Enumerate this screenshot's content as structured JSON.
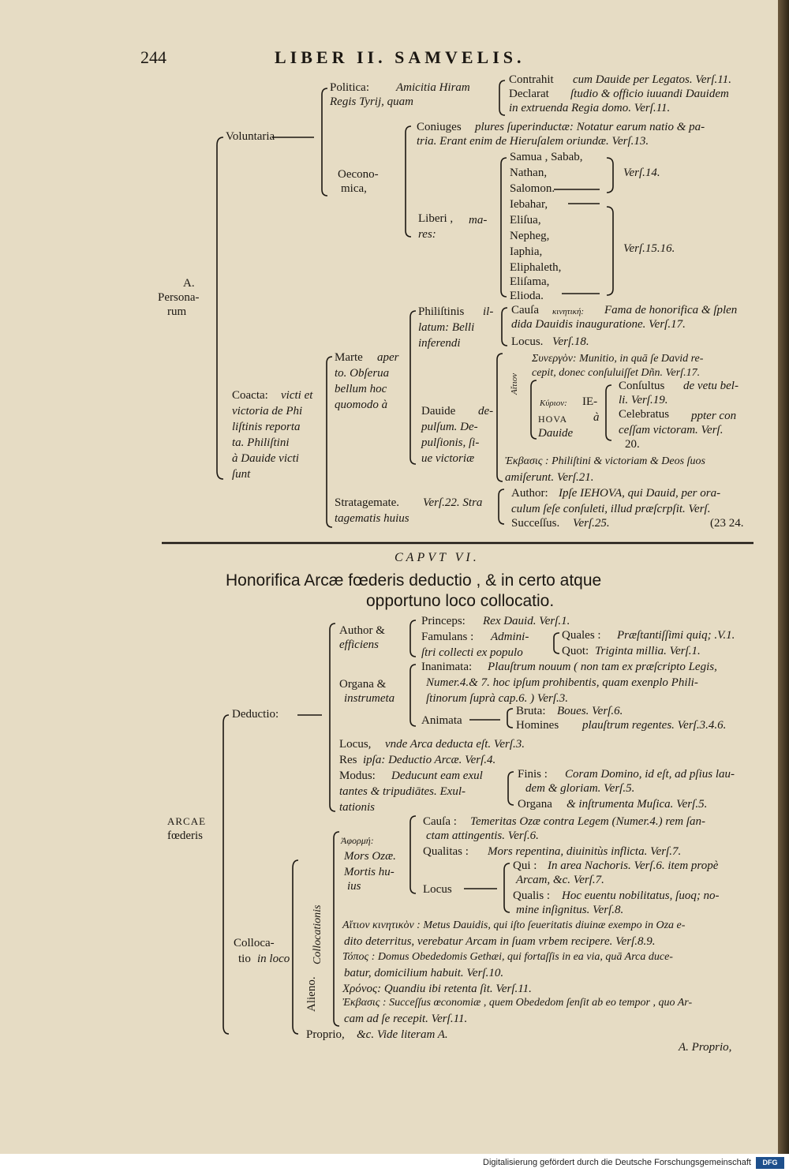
{
  "header": {
    "page_number": "244",
    "running_title": "LIBER II. SAMVELIS."
  },
  "top_tree": {
    "root": [
      "A.",
      "Persona-",
      "rum"
    ],
    "voluntaria": "Voluntaria",
    "politica": {
      "head": "Politica:",
      "desc1": "Amicitia Hiram",
      "desc2": "Regis Tyrij, quam",
      "contrahit": "Contrahit",
      "contrahit_rest": "cum Dauide per Legatos. Verſ.11.",
      "declarat": "Declarat",
      "declarat_rest": "ſtudio & officio iuuandi Dauidem",
      "declarat2": "in extruenda Regia domo. Verſ.11."
    },
    "oeconomica": {
      "head1": "Oecono-",
      "head2": "mica,",
      "coniuges1": "Coniuges",
      "coniuges1_rest": "plures ſuperinductæ: Notatur earum natio & pa-",
      "coniuges2": "tria. Erant enim de Hieruſalem oriundæ. Verſ.13.",
      "liberi": "Liberi ,",
      "mares1": "ma-",
      "mares2": "res:",
      "names_a": [
        "Samua , Sabab,",
        "Nathan,",
        "Salomon."
      ],
      "vers_a": "Verſ.14.",
      "names_b": [
        "Iebahar,",
        "Eliſua,",
        "Nepheg,",
        "Iaphia,",
        "Eliphaleth,",
        "Eliſama,",
        "Elioda."
      ],
      "vers_b": "Verſ.15.16."
    },
    "coacta": {
      "head": "Coacta:",
      "desc1": "victi et",
      "desc2": "victoria de Phi",
      "desc3": "liſtinis reporta",
      "desc4": "ta. Philiſtini",
      "desc5": "à Dauide victi",
      "desc6": "ſunt"
    },
    "marte": {
      "head": "Marte",
      "d1": "aper",
      "d2": "to. Obſerua",
      "d3": "bellum hoc",
      "d4": "quomodo à"
    },
    "philistinis": {
      "head": "Philiſtinis",
      "d1": "il-",
      "d2": "latum: Belli",
      "d3": "inferendi",
      "causa": "Cauſa",
      "causa_gr": "κινητική:",
      "causa_rest": "Fama de honorifica & ſplen",
      "causa2": "dida Dauidis inauguratione. Verſ.17.",
      "locus": "Locus.",
      "locus_rest": "Verſ.18."
    },
    "dauide": {
      "head": "Dauide",
      "d1": "de-",
      "d2": "pulſum. De-",
      "d3": "pulſionis, ſi-",
      "d4": "ue victoriæ",
      "aition": "Αἴτιον",
      "syner1": "Συνεργὸν: Munitio, in quā ſe David re-",
      "syner2": "cepit, donec conſuluiſſet Dñn. Verſ.17.",
      "kyrion1": "Κύριον:",
      "kyrion2": "IE-",
      "kyrion3": "HOVA",
      "kyrion4": "à",
      "kyrion5": "Dauide",
      "consultus1": "Conſultus",
      "consultus1_rest": "de vetu bel-",
      "consultus2": "li. Verſ.19.",
      "celebr1": "Celebratus",
      "celebr1_rest": "ppter con",
      "celebr2": "ceſſam victoram. Verſ.",
      "celebr3": "20.",
      "ekb1": "Ἐκβασις : Philiſtini & victoriam & Deos ſuos",
      "ekb2": "amiſerunt. Verſ.21."
    },
    "strat": {
      "head": "Stratagemate.",
      "head_rest": "Verſ.22. Stra",
      "d2": "tagematis huius",
      "author": "Author:",
      "author_rest": "Ipſe IEHOVA, qui Dauid, per ora-",
      "author2": "culum ſeſe conſuleti, illud præſcrpſit. Verſ.",
      "succ": "Succeſſus.",
      "succ_rest": "Verſ.25.",
      "end": "(23 24."
    }
  },
  "chapter": {
    "label": "CAPVT VI.",
    "title1": "Honorifica Arcæ fœderis deductio , & in certo atque",
    "title2": "opportuno loco collocatio."
  },
  "bottom_tree": {
    "root1": "ARCAE",
    "root2": "fœderis",
    "deductio": "Deductio:",
    "author": {
      "head": "Author &",
      "head2": "efficiens",
      "princeps": "Princeps:",
      "princeps_rest": "Rex Dauid. Verſ.1.",
      "famulans": "Famulans :",
      "famulans_rest": "Admini-",
      "famulans2": "ſtri collecti ex populo",
      "quales": "Quales :",
      "quales_rest": "Præſtantiſſimi quiq; .V.1.",
      "quot": "Quot:",
      "quot_rest": "Triginta millia. Verſ.1."
    },
    "organa": {
      "head": "Organa &",
      "head2": "instrumeta",
      "inan": "Inanimata:",
      "inan_rest": "Plauſtrum nouum ( non tam ex præſcripto Legis,",
      "inan2": "Numer.4.& 7. hoc ipſum prohibentis, quam exenplo Phili-",
      "inan3": "ſtinorum ſuprà cap.6. ) Verſ.3.",
      "animata": "Animata",
      "bruta": "Bruta:",
      "bruta_rest": "Boues. Verſ.6.",
      "homines": "Homines",
      "homines_rest": "plauſtrum regentes. Verſ.3.4.6."
    },
    "locus": "Locus,",
    "locus_rest": "vnde Arca deducta eſt. Verſ.3.",
    "res": "Res",
    "res_rest": "ipſa: Deductio Arcæ. Verſ.4.",
    "modus": "Modus:",
    "modus_rest": "Deducunt eam exul",
    "modus2": "tantes & tripudiātes. Exul-",
    "modus3": "tationis",
    "finis": "Finis :",
    "finis_rest": "Coram Domino, id eſt, ad pſius lau-",
    "finis2": "dem & gloriam. Verſ.5.",
    "organa2": "Organa",
    "organa2_rest": "& inſtrumenta Muſica. Verſ.5.",
    "colloc1": "Colloca-",
    "colloc2": "tio",
    "colloc2_rest": "in loco",
    "alieno": "Alieno.",
    "collocationis": "Collocationis",
    "aphorme1": "Ἀφορμή:",
    "aphorme2": "Mors Ozæ.",
    "aphorme3": "Mortis hu-",
    "aphorme4": "ius",
    "causa": "Cauſa :",
    "causa_rest": "Temeritas Ozæ contra Legem (Numer.4.) rem ſan-",
    "causa2": "ctam attingentis. Verſ.6.",
    "qualitas": "Qualitas :",
    "qualitas_rest": "Mors repentina, diuinitùs inflicta. Verſ.7.",
    "locus2": "Locus",
    "qui": "Qui :",
    "qui_rest": "In area Nachoris. Verſ.6. item propè",
    "qui2": "Arcam, &c. Verſ.7.",
    "qualis": "Qualis :",
    "qualis_rest": "Hoc euentu nobilitatus, ſuoq; no-",
    "qualis2": "mine inſignitus. Verſ.8.",
    "aition1": "Αἴτιον κινητικὸν : Metus Dauidis, qui iſto ſeueritatis diuinæ exempo in Oza e-",
    "aition2": "dito deterritus, verebatur Arcam in ſuam vrbem recipere. Verſ.8.9.",
    "topos1": "Τόπος : Domus Obededomis Gethæi, qui fortaſſis in ea via, quā Arca duce-",
    "topos2": "batur, domicilium habuit. Verſ.10.",
    "chronos": "Χρόνος: Quandiu ibi retenta ſit. Verſ.11.",
    "ekbasis1": "Ἐκβασις : Succeſſus œconomiæ , quem Obededom ſenſit ab eo tempor , quo Ar-",
    "ekbasis2": "cam ad ſe recepit. Verſ.11.",
    "proprio": "Proprio,",
    "proprio_rest": "&c. Vide literam A.",
    "catch": "A. Proprio,"
  },
  "footer": {
    "text": "Digitalisierung gefördert durch die Deutsche Forschungsgemeinschaft",
    "logo": "DFG"
  }
}
